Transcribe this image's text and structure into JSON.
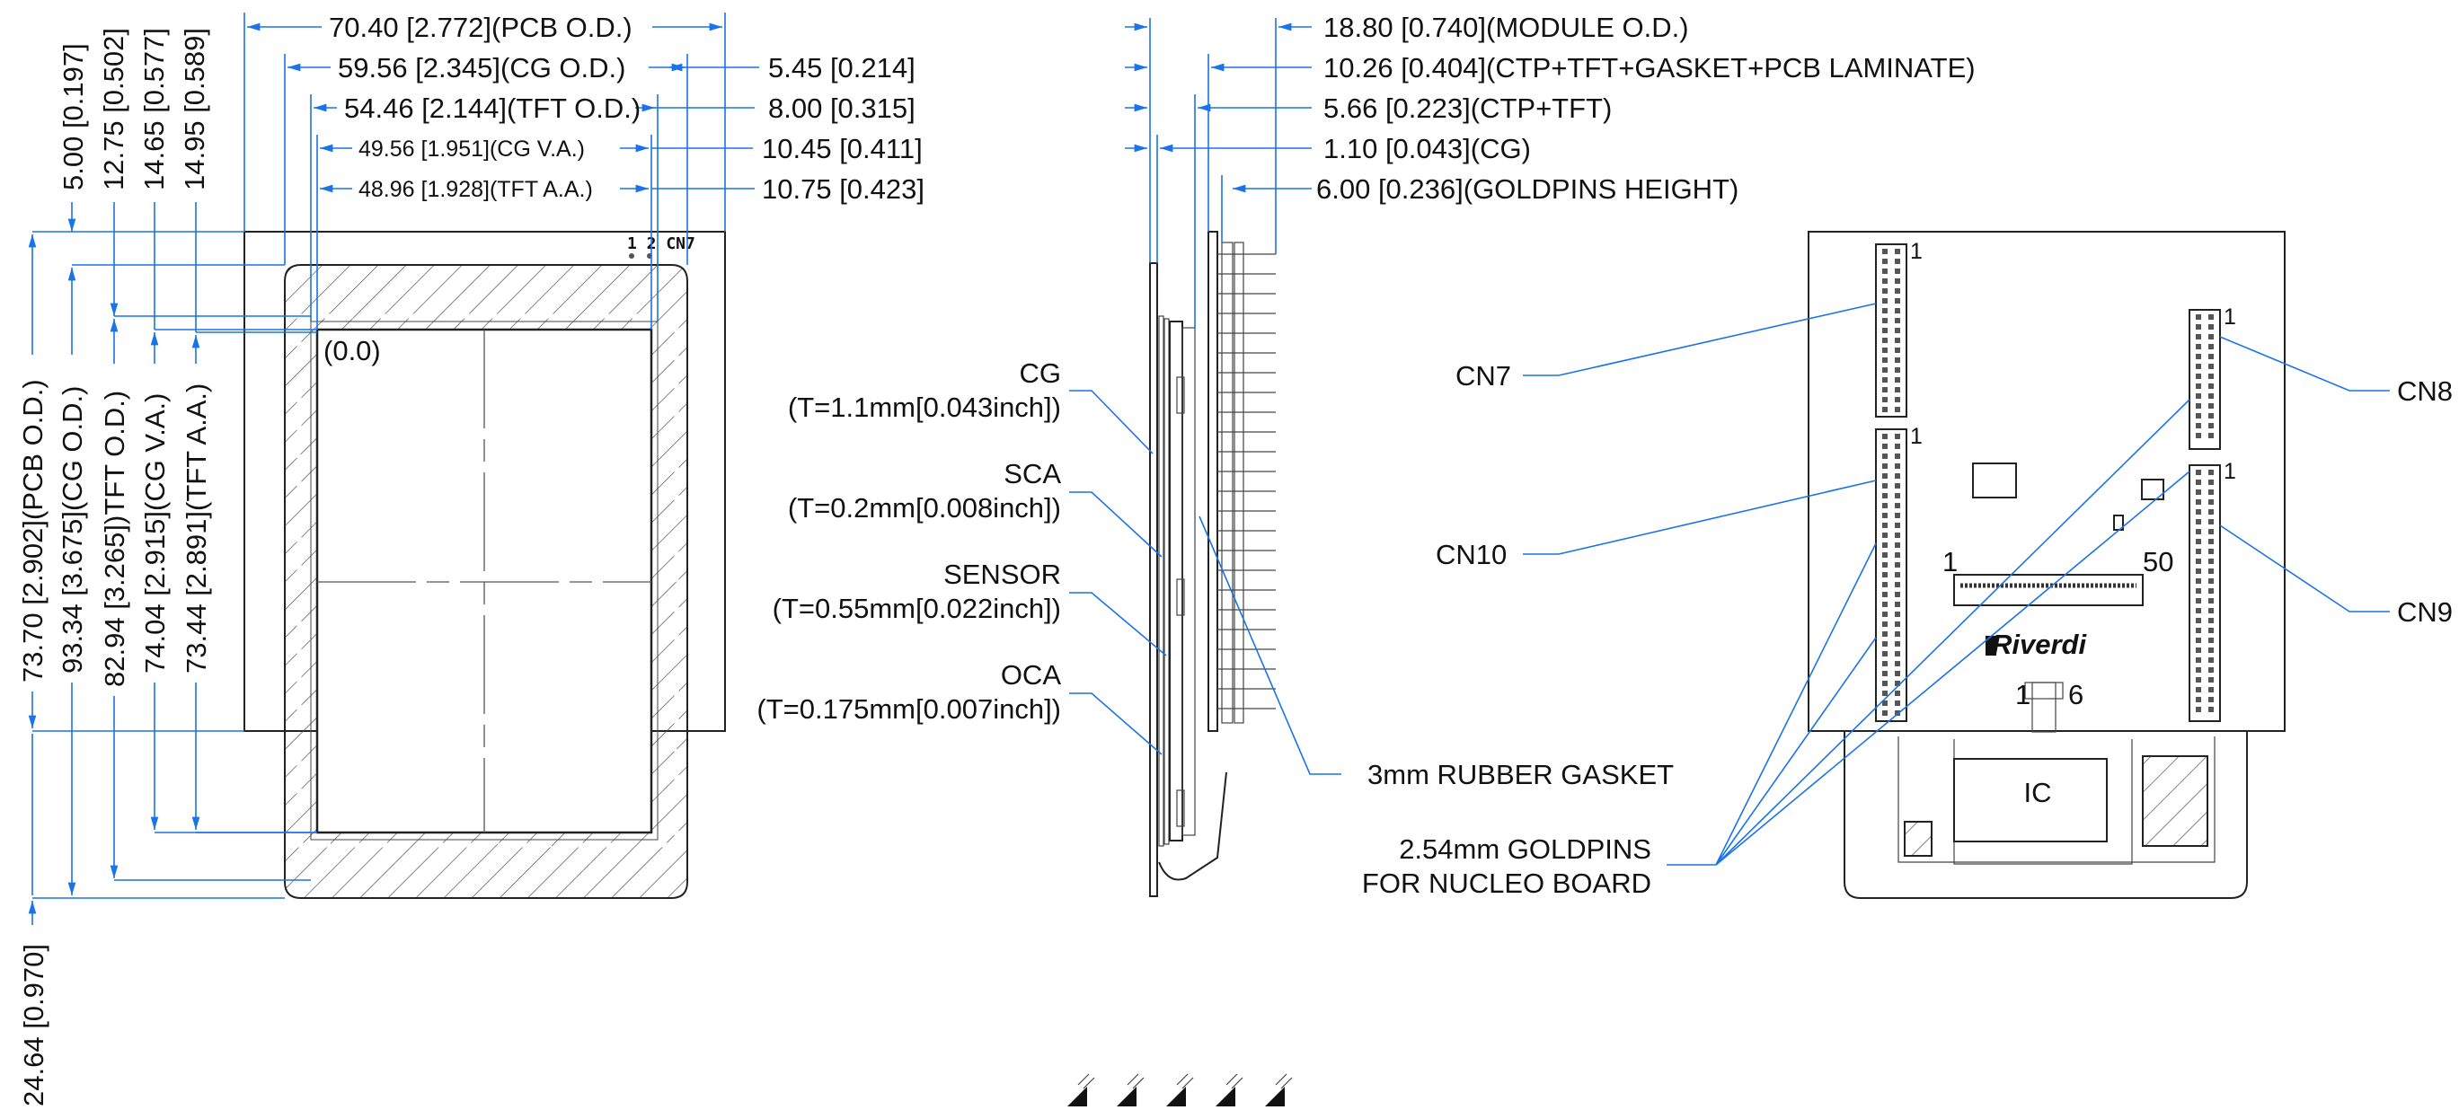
{
  "front_view": {
    "top_dims": [
      "70.40 [2.772](PCB O.D.)",
      "59.56 [2.345](CG O.D.)",
      "54.46 [2.144](TFT O.D.)",
      "49.56 [1.951](CG V.A.)",
      "48.96 [1.928](TFT A.A.)"
    ],
    "right_dims": [
      "5.45 [0.214]",
      "8.00 [0.315]",
      "10.45 [0.411]",
      "10.75 [0.423]"
    ],
    "left_dims_top": [
      "5.00 [0.197]",
      "12.75 [0.502]",
      "14.65 [0.577]",
      "14.95 [0.589]"
    ],
    "left_dims_side": [
      "73.70 [2.902](PCB O.D.)",
      "93.34 [3.675](CG O.D.)",
      "82.94 [3.265])TFT O.D.)",
      "74.04 [2.915](CG V.A.)",
      "73.44 [2.891](TFT A.A.)"
    ],
    "bottom_dim": "24.64 [0.970]",
    "origin_label": "(0.0)",
    "connector_mark": "1 2 CN7"
  },
  "side_view": {
    "top_dims": [
      "18.80 [0.740](MODULE O.D.)",
      "10.26 [0.404](CTP+TFT+GASKET+PCB LAMINATE)",
      "5.66 [0.223](CTP+TFT)",
      "1.10 [0.043](CG)",
      "6.00 [0.236](GOLDPINS HEIGHT)"
    ],
    "layers": [
      {
        "name": "CG",
        "thickness": "(T=1.1mm[0.043inch])"
      },
      {
        "name": "SCA",
        "thickness": "(T=0.2mm[0.008inch])"
      },
      {
        "name": "SENSOR",
        "thickness": "(T=0.55mm[0.022inch])"
      },
      {
        "name": "OCA",
        "thickness": "(T=0.175mm[0.007inch])"
      }
    ],
    "gasket_label": "3mm RUBBER GASKET"
  },
  "back_view": {
    "connectors": [
      "CN7",
      "CN8",
      "CN10",
      "CN9"
    ],
    "goldpins_label_1": "2.54mm GOLDPINS",
    "goldpins_label_2": "FOR NUCLEO BOARD",
    "pin_one": "1",
    "ic_label": "IC",
    "brand": "Riverdi",
    "fpc_pin_1": "1",
    "fpc_pin_50": "50",
    "fpc_pin_6": "6"
  },
  "colors": {
    "dimension_line": "#1a73e8",
    "outline": "#222222"
  },
  "icons": [
    "esd-warning-icon"
  ]
}
